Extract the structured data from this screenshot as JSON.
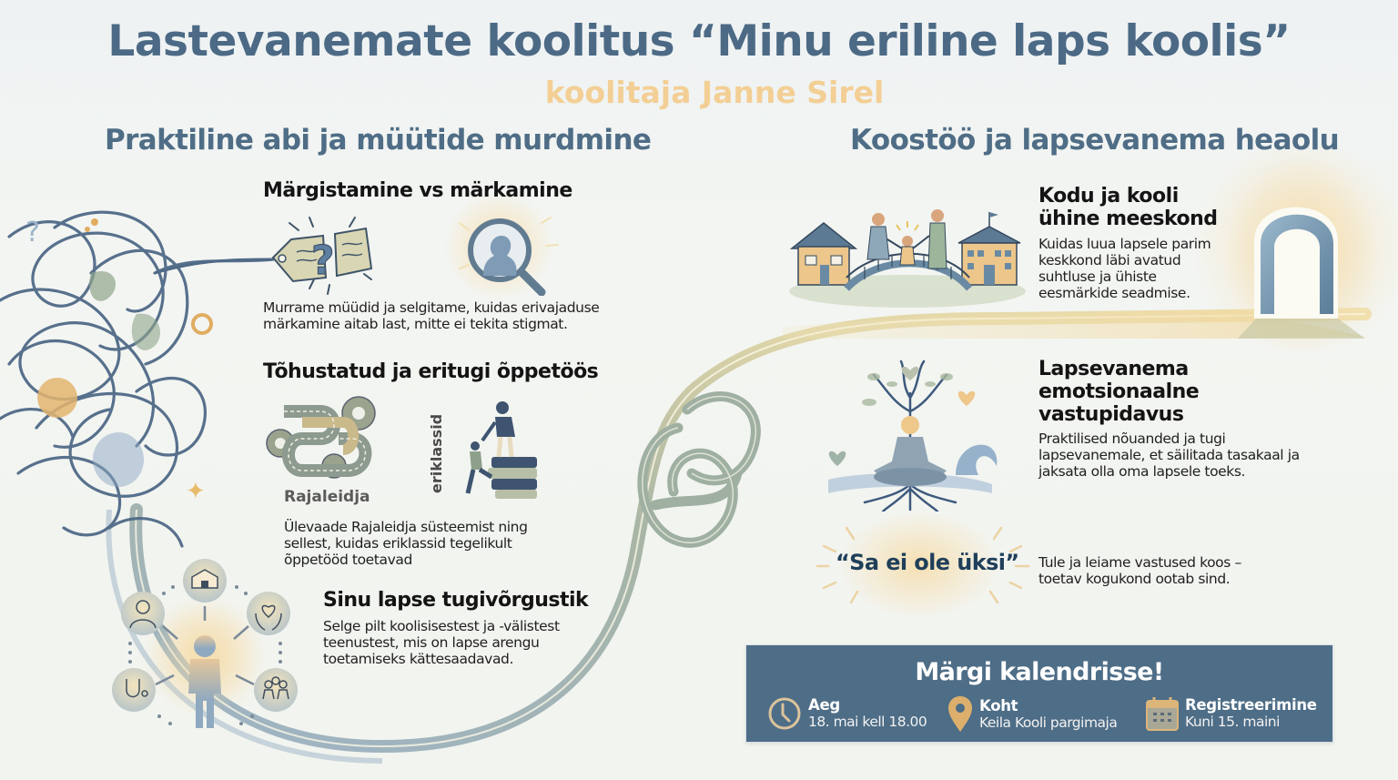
{
  "header": {
    "title": "Lastevanemate koolitus “Minu eriline laps koolis”",
    "subtitle": "koolitaja Janne Sirel"
  },
  "columns": {
    "left": {
      "heading": "Praktiline abi ja müütide murdmine",
      "sections": [
        {
          "title": "Märgistamine vs märkamine",
          "text": "Murrame müüdid ja selgitame, kuidas erivajaduse märkamine aitab last, mitte ei tekita stigmat.",
          "icons": [
            "label-tag-question-icon",
            "magnifier-child-icon"
          ]
        },
        {
          "title": "Tõhustatud ja eritugi õppetöös",
          "image_label_left": "Rajaleidja",
          "image_label_right": "eriklassid",
          "text": "Ülevaade Rajaleidja süsteemist ning sellest, kuidas eriklassid tegelikult õppetööd toetavad",
          "icons": [
            "winding-road-gears-icon",
            "helping-hand-books-icon"
          ]
        },
        {
          "title": "Sinu lapse tugivõrgustik",
          "text": "Selge pilt koolisisestest ja -välistest teenustest, mis on lapse arengu toetamiseks kättesaadavad.",
          "icons": [
            "school-icon",
            "teacher-icon",
            "heart-hands-icon",
            "stethoscope-icon",
            "group-icon",
            "child-icon"
          ]
        }
      ]
    },
    "right": {
      "heading": "Koostöö ja lapsevanema heaolu",
      "sections": [
        {
          "title": "Kodu ja kooli ühine meeskond",
          "text": "Kuidas luua lapsele parim keskkond läbi avatud suhtluse ja ühiste eesmärkide seadmise.",
          "icons": [
            "home-school-bridge-icon",
            "archway-icon"
          ]
        },
        {
          "title": "Lapsevanema emotsionaalne vastupidavus",
          "text": "Praktilised nõuanded ja tugi lapsevanemale, et säilitada tasakaal ja jaksata olla oma lapsele toeks.",
          "icons": [
            "meditation-tree-icon"
          ]
        },
        {
          "quote": "“Sa ei ole üksi”",
          "text": "Tule ja leiame vastused koos – toetav kogukond ootab sind."
        }
      ]
    }
  },
  "calendar": {
    "title": "Märgi kalendrisse!",
    "items": [
      {
        "icon": "clock-icon",
        "label": "Aeg",
        "value": "18. mai kell 18.00"
      },
      {
        "icon": "location-pin-icon",
        "label": "Koht",
        "value": "Keila Kooli pargimaja"
      },
      {
        "icon": "calendar-icon",
        "label": "Registreerimine",
        "value": "Kuni 15. maini"
      }
    ]
  },
  "colors": {
    "title": "#4c6a85",
    "subtitle": "#f3cf95",
    "heading": "#4f6d86",
    "calendar_bg": "#4e6d87",
    "accent_gold": "#d9b27a",
    "thread_blue": "#4a6485",
    "knot_green": "#9fb0a2"
  }
}
